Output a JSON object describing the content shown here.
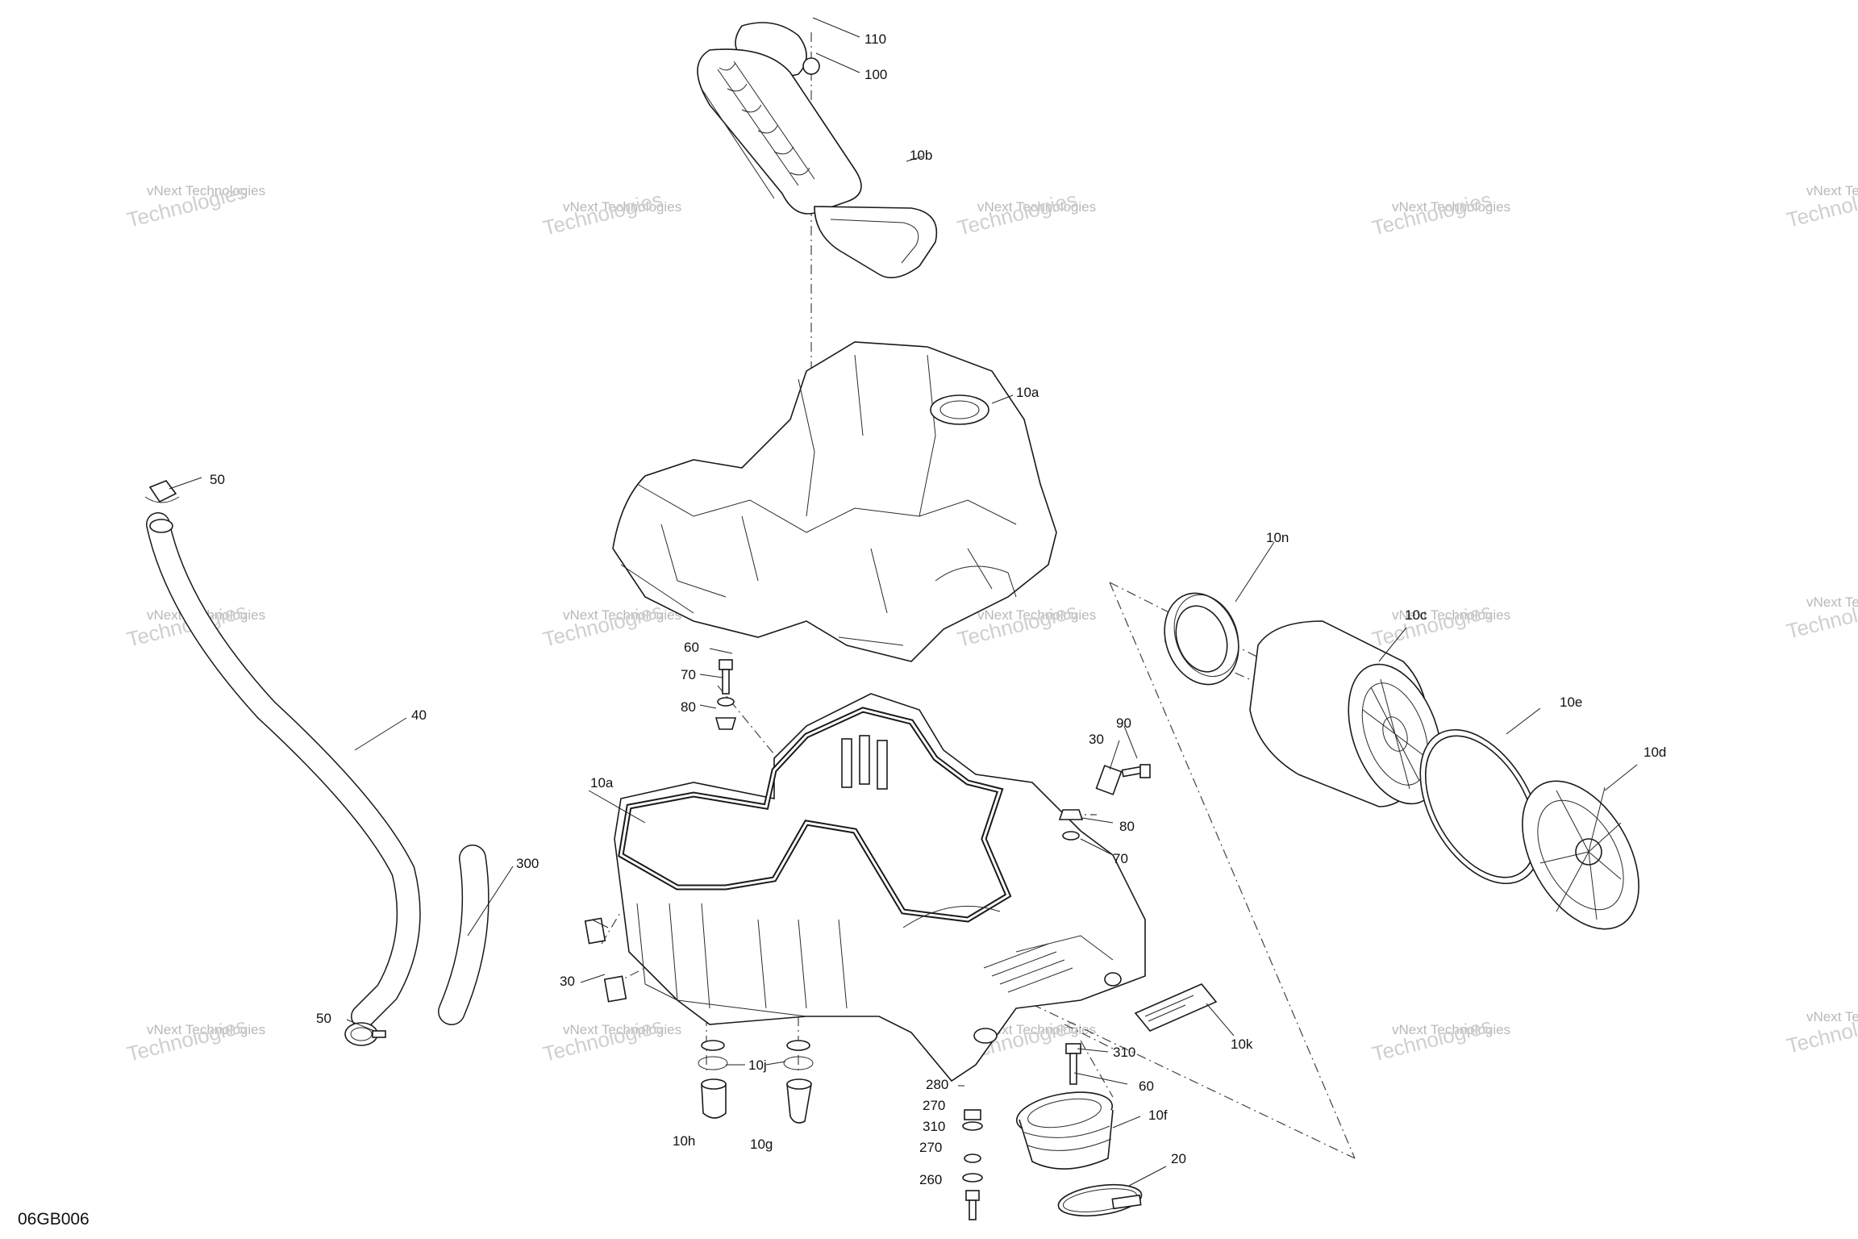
{
  "diagram_code": "06GB006",
  "watermark": {
    "line1": "vNext Technologies",
    "line2": "Technologies"
  },
  "labels": {
    "l110": "110",
    "l100": "100",
    "l10b": "10b",
    "l10a_top": "10a",
    "l10a_bottom": "10a",
    "l50_top": "50",
    "l50_bottom": "50",
    "l40": "40",
    "l300": "300",
    "l60_top": "60",
    "l70_top": "70",
    "l80_top": "80",
    "l90": "90",
    "l30_right": "30",
    "l80_right": "80",
    "l70_right": "70",
    "l30_left": "30",
    "l10n": "10n",
    "l10c": "10c",
    "l10e": "10e",
    "l10d": "10d",
    "l10k": "10k",
    "l310_right": "310",
    "l60_right": "60",
    "l10f": "10f",
    "l20": "20",
    "l10j": "10j",
    "l10h": "10h",
    "l10g": "10g",
    "l280": "280",
    "l270_a": "270",
    "l310_left": "310",
    "l270_b": "270",
    "l260": "260"
  }
}
